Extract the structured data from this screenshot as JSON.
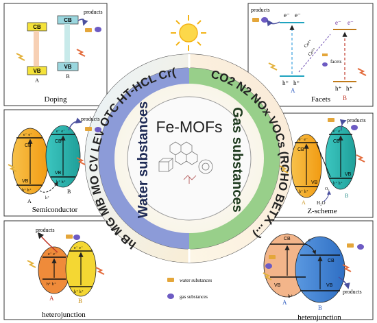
{
  "center": {
    "title": "Fe-MOFs",
    "left_title": "Water substances",
    "right_title": "Gas substances",
    "left_arc": "RhB MG MB MO CV LEV OTC HT-HCL Cr(VI)",
    "right_arc": "CO2 N2 NOx VOCs (RCHO BETX ...)"
  },
  "panels": {
    "doping": {
      "label": "Doping",
      "products": "products",
      "cb_a": "CB",
      "vb_a": "VB",
      "cb_b": "CB",
      "vb_b": "VB",
      "a": "A",
      "b": "B"
    },
    "facets": {
      "label": "Facets",
      "products": "products",
      "e1": "e⁻",
      "e2": "e⁻",
      "e3": "e⁻",
      "e4": "e⁻",
      "h1": "h⁺",
      "h2": "h⁺",
      "h3": "h⁺",
      "h4": "h⁺",
      "ce4": "Ce⁴⁺",
      "ce3": "Ce³⁺",
      "facets_word": "facets",
      "a": "A",
      "b": "B"
    },
    "semiconductor": {
      "label": "Semiconductor",
      "products": "products",
      "cb_a": "CB",
      "vb_a": "VB",
      "cb_b": "CB",
      "vb_b": "VB",
      "e_a": "e⁻ e⁻",
      "e_b": "e⁻ e⁻",
      "h_a": "h⁺ h⁺",
      "h_b": "h⁺ h⁺",
      "h_move": "h⁺",
      "a": "A",
      "b": "B"
    },
    "zscheme": {
      "label": "Z-scheme",
      "products": "products",
      "cb_a": "CB",
      "vb_a": "VB",
      "cb_b": "CB",
      "vb_b": "VB",
      "e_a": "e⁻ e⁻",
      "e_b": "e⁻ e⁻",
      "h_a": "h⁺ h⁺",
      "h_b": "h⁺ h⁺",
      "h2o": "H₂O",
      "o2": "O₂",
      "a": "A",
      "b": "B"
    },
    "hetero_left": {
      "label": "heterojunction",
      "products": "products",
      "e_a": "e⁻ e⁻",
      "e_b": "e⁻ e⁻",
      "h_a": "h⁺ h⁺",
      "h_b": "h⁺ h⁺",
      "a": "A",
      "b": "B"
    },
    "hetero_right": {
      "label": "heterojunction",
      "products": "products",
      "cb_a": "CB",
      "vb_a": "VB",
      "cb_b": "CB",
      "vb_b": "VB",
      "e": "e⁻",
      "h": "h⁺",
      "a": "A",
      "b": "B"
    }
  },
  "legend": {
    "water": "water substances",
    "gas": "gas substances"
  },
  "colors": {
    "orange": "#f5a31a",
    "teal": "#2fb7b0",
    "blue": "#3f7fd1",
    "purple": "#6a49b0",
    "yellow": "#f6d43b",
    "green_ring": "#8cc87f",
    "blue_ring": "#7c8fd3",
    "red": "#c0392b"
  }
}
